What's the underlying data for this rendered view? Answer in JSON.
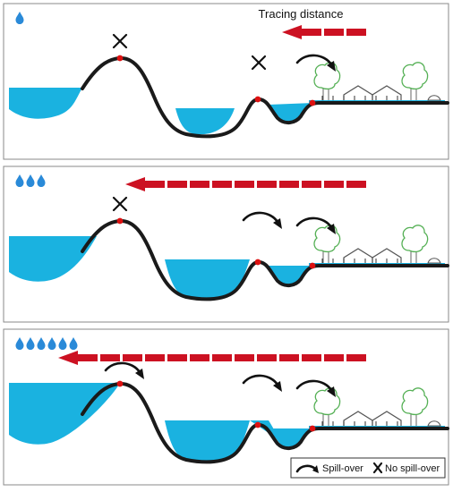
{
  "panels": [
    {
      "id": "panel-1",
      "drops": 1,
      "tracing_label": "Tracing distance",
      "arrow_segments": 3,
      "ridge_x_marks": 2,
      "spill_arrows": 1
    },
    {
      "id": "panel-2",
      "drops": 3,
      "tracing_label": "",
      "arrow_segments": 10,
      "ridge_x_marks": 1,
      "spill_arrows": 2
    },
    {
      "id": "panel-3",
      "drops": 6,
      "tracing_label": "",
      "arrow_segments": 13,
      "ridge_x_marks": 0,
      "spill_arrows": 3
    }
  ],
  "legend": {
    "spill_over": "Spill-over",
    "no_spill_over": "No spill-over"
  },
  "colors": {
    "water": "#1ab2e0",
    "drop": "#2a8ad8",
    "arrow": "#cc1122",
    "ridge_point": "#dd1111",
    "tree": "#55b055"
  }
}
